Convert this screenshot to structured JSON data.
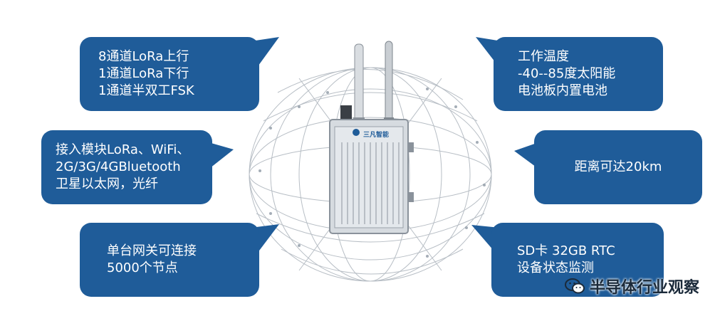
{
  "bubbles": {
    "b1": [
      "8通道LoRa上行",
      "1通道LoRa下行",
      "1通道半双工FSK"
    ],
    "b2": [
      "接入模块LoRa、WiFi、",
      "2G/3G/4GBluetooth",
      "卫星以太网，光纤"
    ],
    "b3": [
      "单台网关可连接",
      "5000个节点"
    ],
    "b4": [
      "工作温度",
      "-40--85度太阳能",
      "电池板内置电池"
    ],
    "b5": [
      "距离可达20km"
    ],
    "b6": [
      "SD卡 32GB RTC",
      "设备状态监测"
    ]
  },
  "device": {
    "brand": "三凡智能"
  },
  "watermark": {
    "text": "半导体行业观察"
  },
  "colors": {
    "bubble": "#1f5c99",
    "background": "#ffffff"
  }
}
